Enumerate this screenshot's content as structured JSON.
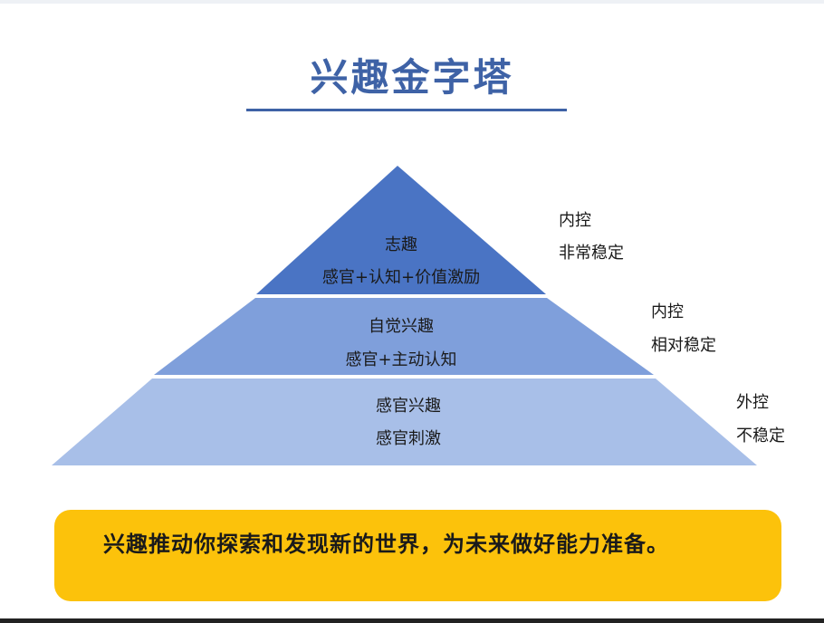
{
  "title": "兴趣金字塔",
  "tiers": [
    {
      "line1": "志趣",
      "line2": "感官+认知+价值激励",
      "note_line1": "内控",
      "note_line2": "非常稳定",
      "color": "#4a74c4"
    },
    {
      "line1": "自觉兴趣",
      "line2": "感官+主动认知",
      "note_line1": "内控",
      "note_line2": "相对稳定",
      "color": "#7f9fdb"
    },
    {
      "line1": "感官兴趣",
      "line2": "感官刺激",
      "note_line1": "外控",
      "note_line2": "不稳定",
      "color": "#a8bfe8"
    }
  ],
  "callout": {
    "text": "兴趣推动你探索和发现新的世界，为未来做好能力准备。",
    "color": "#fcc20b"
  }
}
